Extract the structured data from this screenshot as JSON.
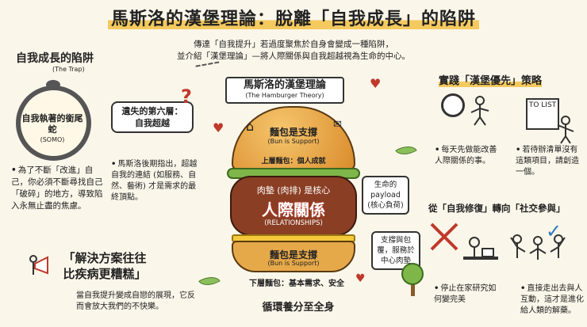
{
  "title": "馬斯洛的漢堡理論：脫離「自我成長」的陷阱",
  "intro": {
    "line1": "傳達「自我提升」若過度聚焦於自身會變成一種陷阱，",
    "line2": "並介紹「漢堡理論」—將人際關係與自我超越視為生命的中心。"
  },
  "trap": {
    "heading": "自我成長的陷阱",
    "subtitle": "(The Trap)",
    "snake_label": "自我執著的銜尾蛇",
    "snake_sub": "(SOMO)",
    "description": "為了不斷「改進」自己，你必須不斷尋找自己「破碎」的地方，導致陷入永無止盡的焦慮。"
  },
  "sixth_layer": {
    "label_line1": "遺失的第六層：",
    "label_line2": "自我超越",
    "qmark": "?",
    "description": "馬斯洛後期指出，超越自我的連結 (如服務、自然、藝術) 才是需求的最終頂點。"
  },
  "solution": {
    "heading_line1": "「解決方案往往",
    "heading_line2": "比疾病更糟糕」",
    "description": "當自我提升變成自戀的展現，它反而會放大我們的不快樂。"
  },
  "burger": {
    "banner_title": "馬斯洛的漢堡理論",
    "banner_sub": "(The Hamburger Theory)",
    "top_bun_title": "麵包是支撐",
    "top_bun_sub": "(Bun is Support)",
    "top_layer": "上層麵包：個人成就",
    "patty_line1": "肉墊 (肉排) 是核心",
    "patty_main": "人際關係",
    "patty_sub": "(RELATIONSHIPS)",
    "bottom_bun_title": "麵包是支撐",
    "bottom_bun_sub": "(Bun is Support)",
    "bottom_layer": "下層麵包：基本需求、安全",
    "cycle": "循環養分至全身",
    "payload_label": "生命的 payload (核心負荷)",
    "support_label": "支撐與包覆，服務於中心肉墊"
  },
  "practice": {
    "heading": "實踐「漢堡優先」策略",
    "todo_label": "TO LIST",
    "item1": "每天先做能改善人際關係的事。",
    "item2": "若待辦清單沒有這類項目，請創造一個。"
  },
  "shift": {
    "heading": "從「自我修復」轉向「社交參與」",
    "item1": "停止在家研究如何變完美",
    "item2": "直接走出去與人互動，這才是進化給人類的解藥。"
  },
  "icons": {
    "heart": "♥",
    "check": "✓"
  }
}
